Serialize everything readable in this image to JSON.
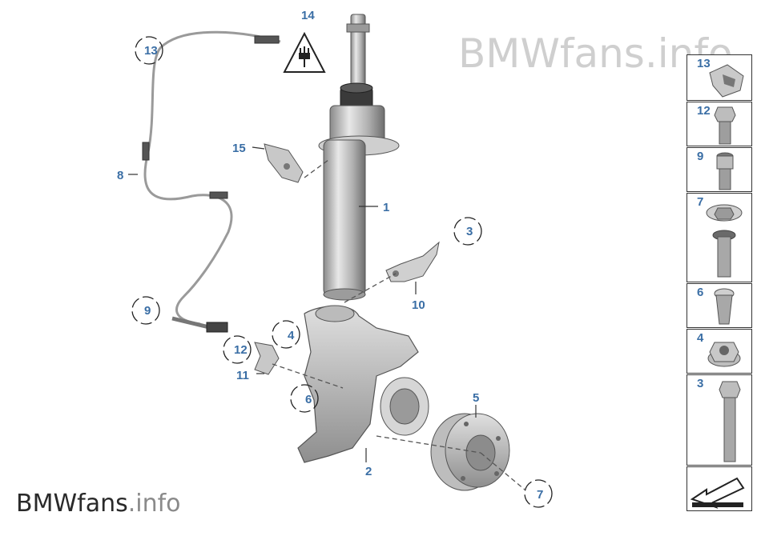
{
  "watermark_top": "BMWfans.info",
  "watermark_bottom": {
    "brand": "BMWfans",
    "suffix": ".info"
  },
  "callouts": {
    "c1": "1",
    "c2": "2",
    "c3": "3",
    "c4": "4",
    "c5": "5",
    "c6": "6",
    "c7": "7",
    "c8": "8",
    "c9": "9",
    "c10": "10",
    "c11": "11",
    "c12": "12",
    "c13": "13",
    "c14": "14",
    "c15": "15"
  },
  "side_panel": [
    "13",
    "12",
    "9",
    "7",
    "6",
    "4",
    "3"
  ],
  "icons": [
    "plug-warning-icon",
    "next-page-arrow-icon"
  ]
}
